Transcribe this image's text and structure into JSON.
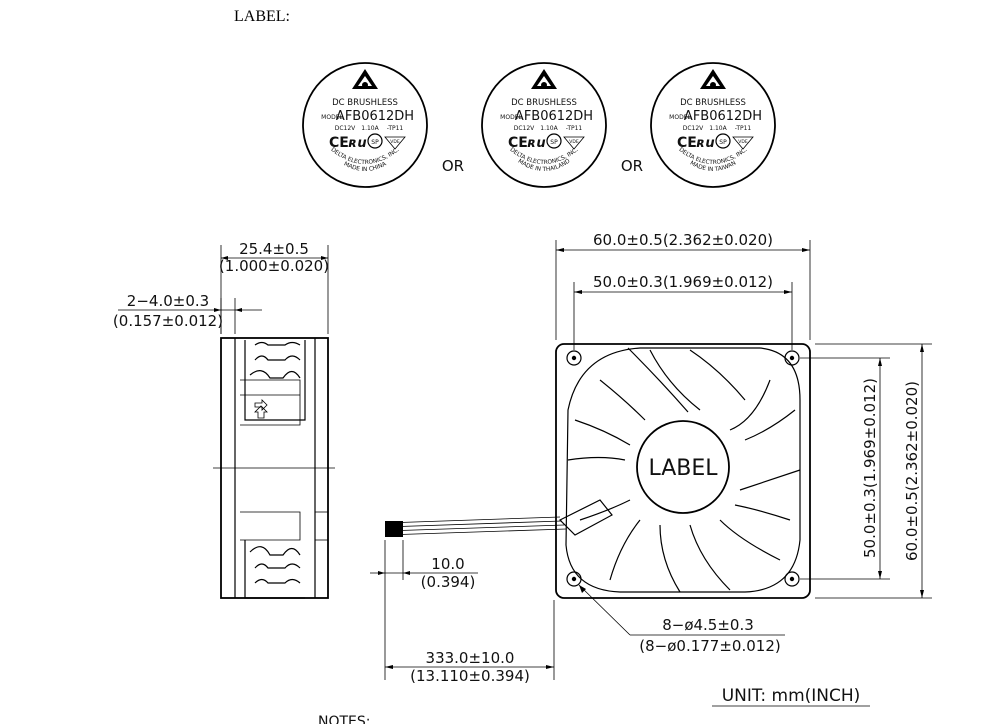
{
  "heading": "LABEL:",
  "or_text": "OR",
  "labels": [
    {
      "line1": "DC BRUSHLESS",
      "model_prefix": "MODEL",
      "model": "AFB0612DH",
      "rating_v": "DC12V",
      "rating_a": "1.10A",
      "suffix": "-TP11",
      "company": "DELTA ELECTRONICS, INC.",
      "origin": "MADE IN CHINA"
    },
    {
      "line1": "DC BRUSHLESS",
      "model_prefix": "MODEL",
      "model": "AFB0612DH",
      "rating_v": "DC12V",
      "rating_a": "1.10A",
      "suffix": "-TP11",
      "company": "DELTA ELECTRONICS, INC.",
      "origin": "MADE IN THAILAND"
    },
    {
      "line1": "DC BRUSHLESS",
      "model_prefix": "MODEL",
      "model": "AFB0612DH",
      "rating_v": "DC12V",
      "rating_a": "1.10A",
      "suffix": "-TP11",
      "company": "DELTA ELECTRONICS, INC.",
      "origin": "MADE IN TAIWAN"
    }
  ],
  "dimensions": {
    "depth_mm": "25.4±0.5",
    "depth_in": "(1.000±0.020)",
    "flange_mm": "2−4.0±0.3",
    "flange_in": "(0.157±0.012)",
    "width_mm": "60.0±0.5(2.362±0.020)",
    "hole_span_mm": "50.0±0.3(1.969±0.012)",
    "height_mm": "60.0±0.5(2.362±0.020)",
    "hole_span_v": "50.0±0.3(1.969±0.012)",
    "strip_mm": "10.0",
    "strip_in": "(0.394)",
    "lead_mm": "333.0±10.0",
    "lead_in": "(13.110±0.394)",
    "hole_mm": "8−ø4.5±0.3",
    "hole_in": "(8−ø0.177±0.012)"
  },
  "center_label": "LABEL",
  "unit_text": "UNIT:  mm(INCH)",
  "notes_text": "NOTES:"
}
